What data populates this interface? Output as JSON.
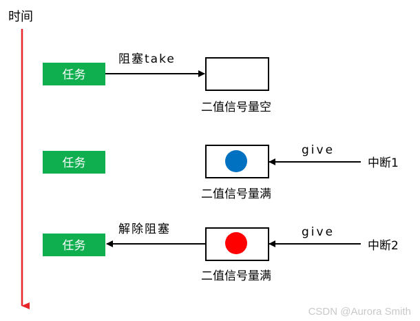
{
  "title": "时间",
  "colors": {
    "timeline": "#e8242b",
    "task_fill": "#0faf50",
    "semaphore_token_blue": "#0070c0",
    "semaphore_token_red": "#ff0000"
  },
  "rows": [
    {
      "task_label": "任务",
      "arrow_label": "阻塞take",
      "semaphore_label": "二值信号量空",
      "token": "none"
    },
    {
      "task_label": "任务",
      "semaphore_label": "二值信号量满",
      "interrupt_label": "中断1",
      "give_label": "give",
      "token": "blue"
    },
    {
      "task_label": "任务",
      "arrow_label": "解除阻塞",
      "semaphore_label": "二值信号量满",
      "interrupt_label": "中断2",
      "give_label": "give",
      "token": "red"
    }
  ],
  "watermark": "CSDN @Aurora Smith"
}
